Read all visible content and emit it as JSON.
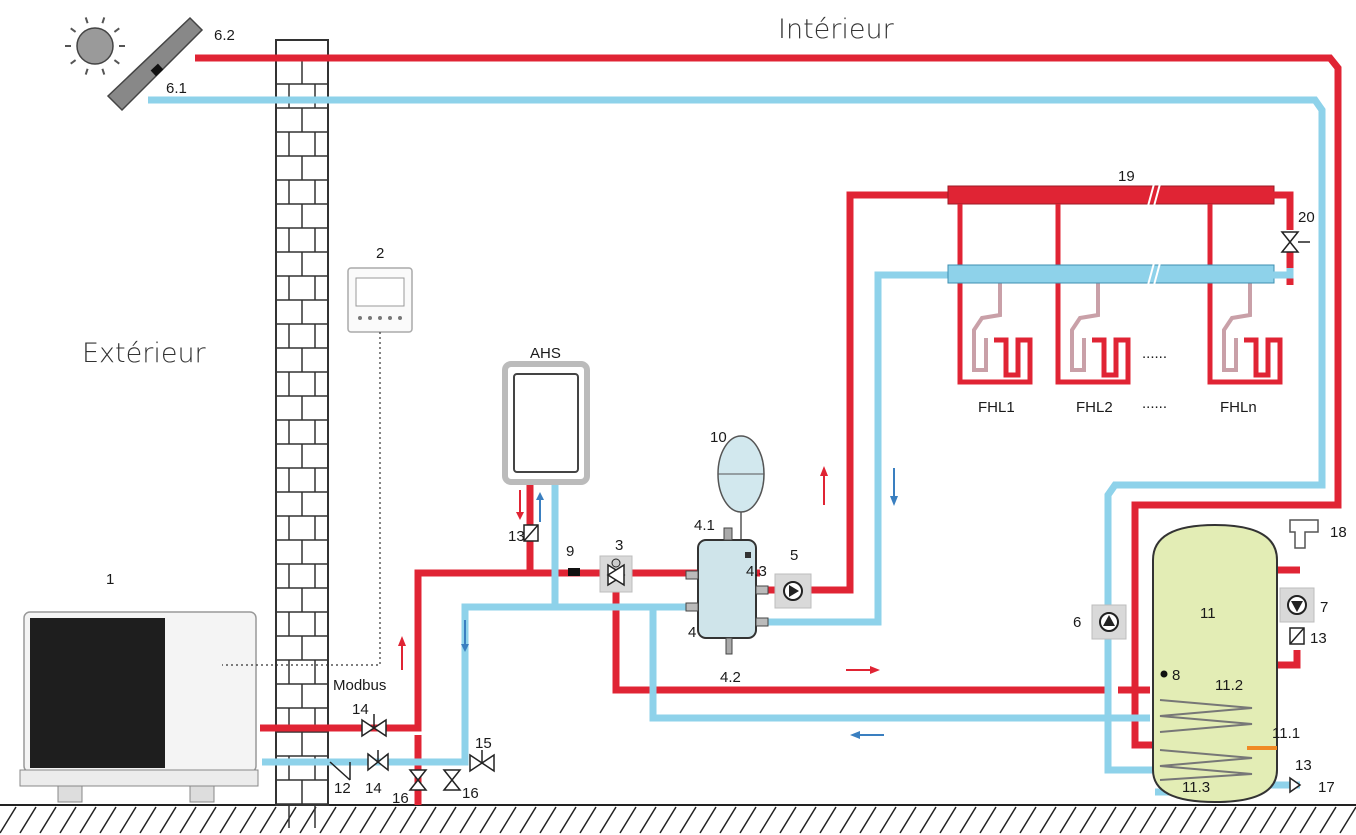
{
  "labels": {
    "interior": "Intérieur",
    "exterior": "Extérieur",
    "ahs": "AHS",
    "modbus": "Modbus",
    "n1": "1",
    "n2": "2",
    "n3": "3",
    "n4": "4",
    "n4_1": "4.1",
    "n4_2": "4.2",
    "n4_3": "4.3",
    "n5": "5",
    "n6": "6",
    "n6_1": "6.1",
    "n6_2": "6.2",
    "n7": "7",
    "n8": "8",
    "n9": "9",
    "n10": "10",
    "n11": "11",
    "n11_1": "11.1",
    "n11_2": "11.2",
    "n11_3": "11.3",
    "n12": "12",
    "n13a": "13",
    "n13b": "13",
    "n13c": "13",
    "n14a": "14",
    "n14b": "14",
    "n15": "15",
    "n16a": "16",
    "n16b": "16",
    "n17": "17",
    "n18": "18",
    "n19": "19",
    "n20": "20",
    "fhl1": "FHL1",
    "fhl2": "FHL2",
    "fhln": "FHLn",
    "dots1": "......",
    "dots2": "......"
  },
  "colors": {
    "hot_pipe": "#e02434",
    "cold_pipe": "#8ed2ea",
    "tank_fill": "#e3edb5",
    "hydro_box": "#cfe4ea",
    "outdoor_unit": "#1e1e1e"
  }
}
